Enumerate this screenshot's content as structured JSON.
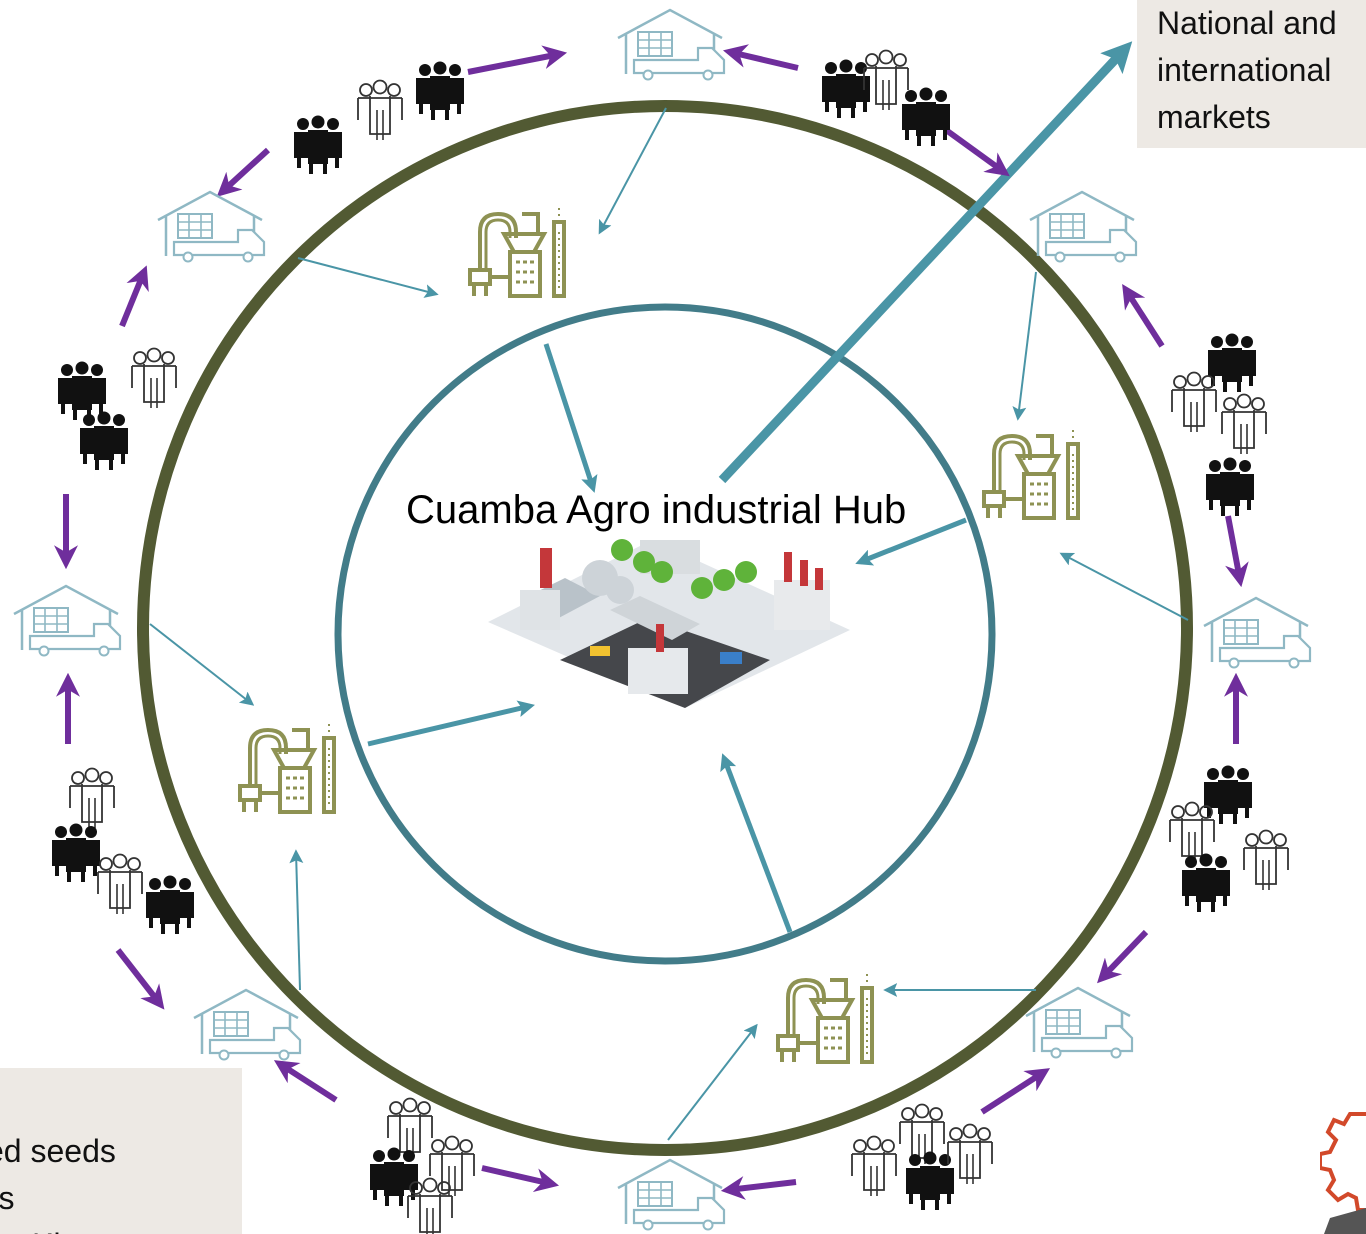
{
  "hub": {
    "title": "Cuamba Agro industrial Hub"
  },
  "markets_note": {
    "lines": [
      "National and",
      "international",
      "markets"
    ]
  },
  "inputs_note": {
    "lines": [
      "ved seeds",
      "ers",
      "Kh"
    ]
  },
  "colors": {
    "outer_ring": "#525a33",
    "inner_ring": "#427c89",
    "teal_arrow": "#4a95a6",
    "purple_arrow": "#6f2e9c",
    "warehouse_icon": "#8fb8c4",
    "processor_icon": "#8e9253",
    "people_filled": "#111111",
    "people_outline": "#333333",
    "note_bg": "#ede9e4"
  },
  "icons": {
    "warehouse": "warehouse-truck-icon",
    "processor": "agro-processing-plant-icon",
    "farmers_filled": "farmer-group-icon",
    "farmers_outline": "farmer-group-outline-icon",
    "hub": "industrial-city-icon"
  }
}
